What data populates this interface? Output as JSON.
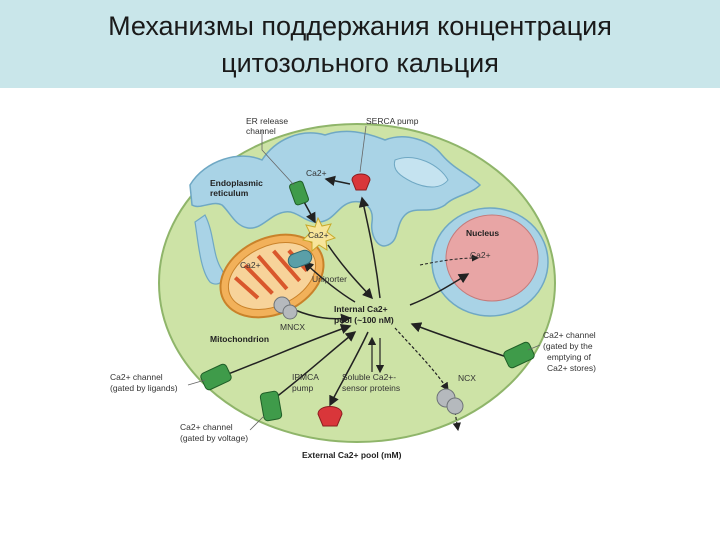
{
  "title": {
    "line1": "Механизмы поддержания концентрация",
    "line2": "цитозольного кальция"
  },
  "diagram": {
    "labels": {
      "er_release_channel_1": "ER release",
      "er_release_channel_2": "channel",
      "serca_pump": "SERCA pump",
      "endoplasmic_reticulum_1": "Endoplasmic",
      "endoplasmic_reticulum_2": "reticulum",
      "ca_er": "Ca2+",
      "ca_star": "Ca2+",
      "ca_mito": "Ca2+",
      "uniporter": "Uniporter",
      "nucleus": "Nucleus",
      "ca_nucleus": "Ca2+",
      "internal_pool_1": "Internal Ca2+",
      "internal_pool_2": "pool (~100 nM)",
      "mncx": "MNCX",
      "mitochondrion": "Mitochondrion",
      "store_channel_1": "Ca2+ channel",
      "store_channel_2": "(gated by the",
      "store_channel_3": "emptying of",
      "store_channel_4": "Ca2+ stores)",
      "ligand_channel_1": "Ca2+ channel",
      "ligand_channel_2": "(gated by ligands)",
      "ipmca_1": "IPMCA",
      "ipmca_2": "pump",
      "soluble_1": "Soluble Ca2+-",
      "soluble_2": "sensor proteins",
      "ncx": "NCX",
      "voltage_channel_1": "Ca2+ channel",
      "voltage_channel_2": "(gated by voltage)",
      "external_pool": "External Ca2+ pool (mM)"
    },
    "colors": {
      "cytoplasm": "#cde3a6",
      "er": "#a9d3e6",
      "nucleus": "#e8a5a5",
      "mitochondrion": "#f2b15a",
      "channel": "#3f9b4a",
      "pump": "#d9363a",
      "exchanger": "#b5b9bd"
    }
  }
}
